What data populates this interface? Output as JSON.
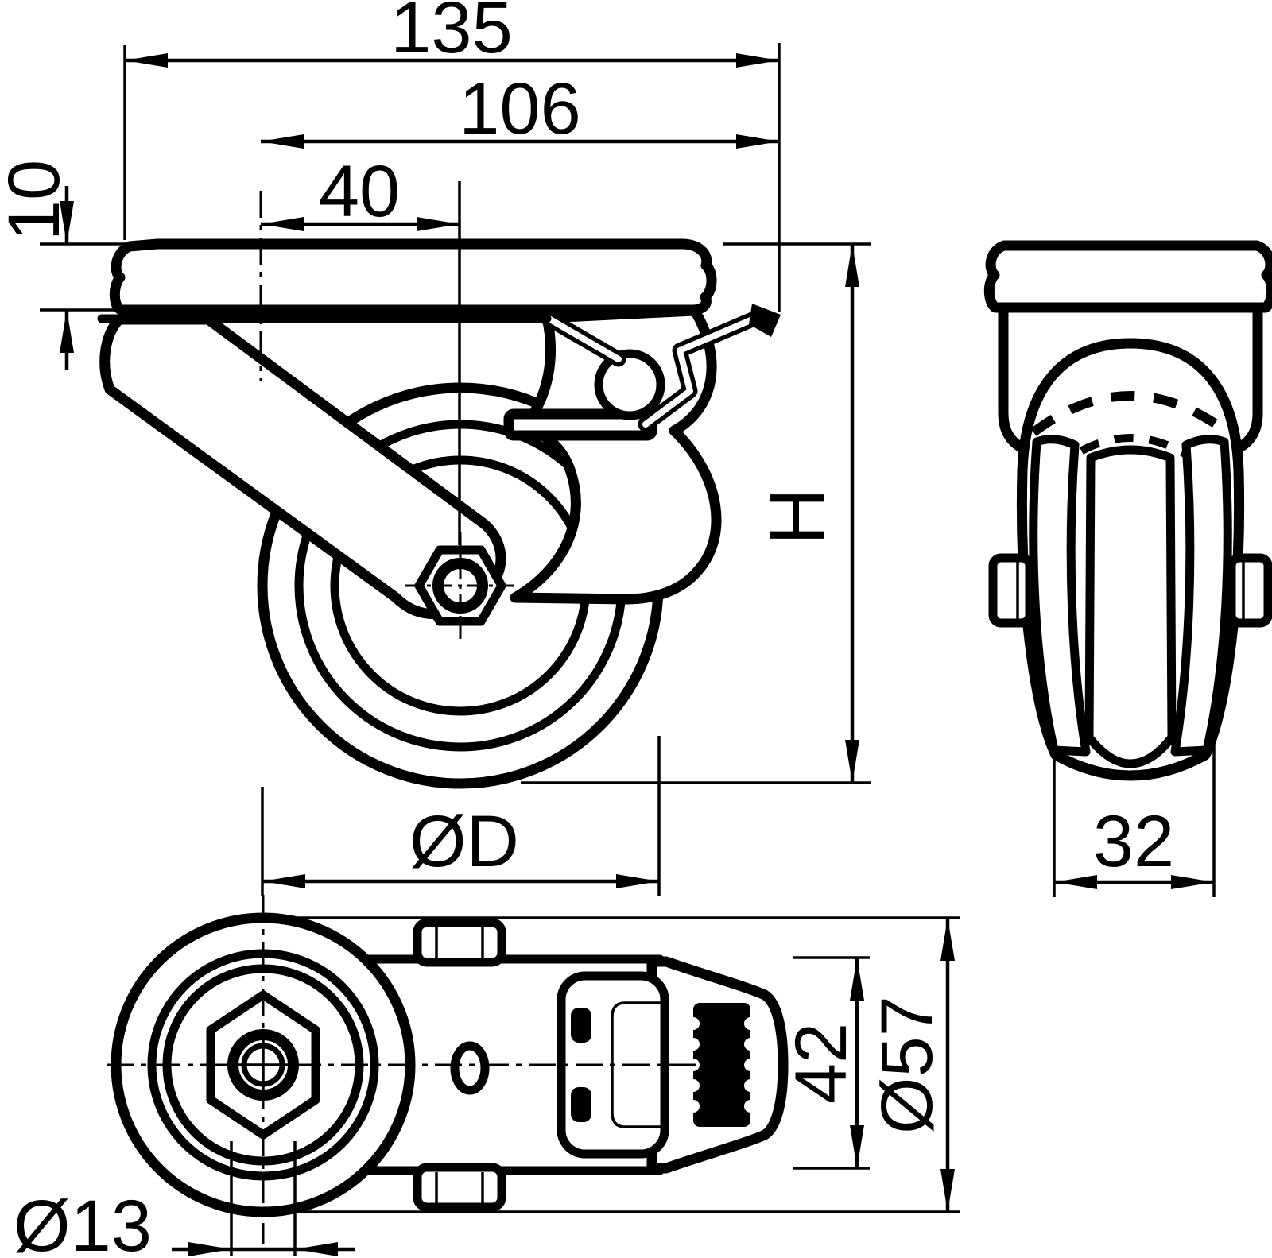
{
  "colors": {
    "line": "#000000",
    "background": "#ffffff"
  },
  "dimensions": {
    "overall_length": "135",
    "swivel_reach": "106",
    "hole_offset": "40",
    "plate_thickness": "10",
    "total_height": "H",
    "wheel_diameter": "ØD",
    "wheel_width": "32",
    "brake_body_width": "42",
    "swivel_head_diameter": "Ø57",
    "bolt_hole_diameter": "Ø13"
  }
}
